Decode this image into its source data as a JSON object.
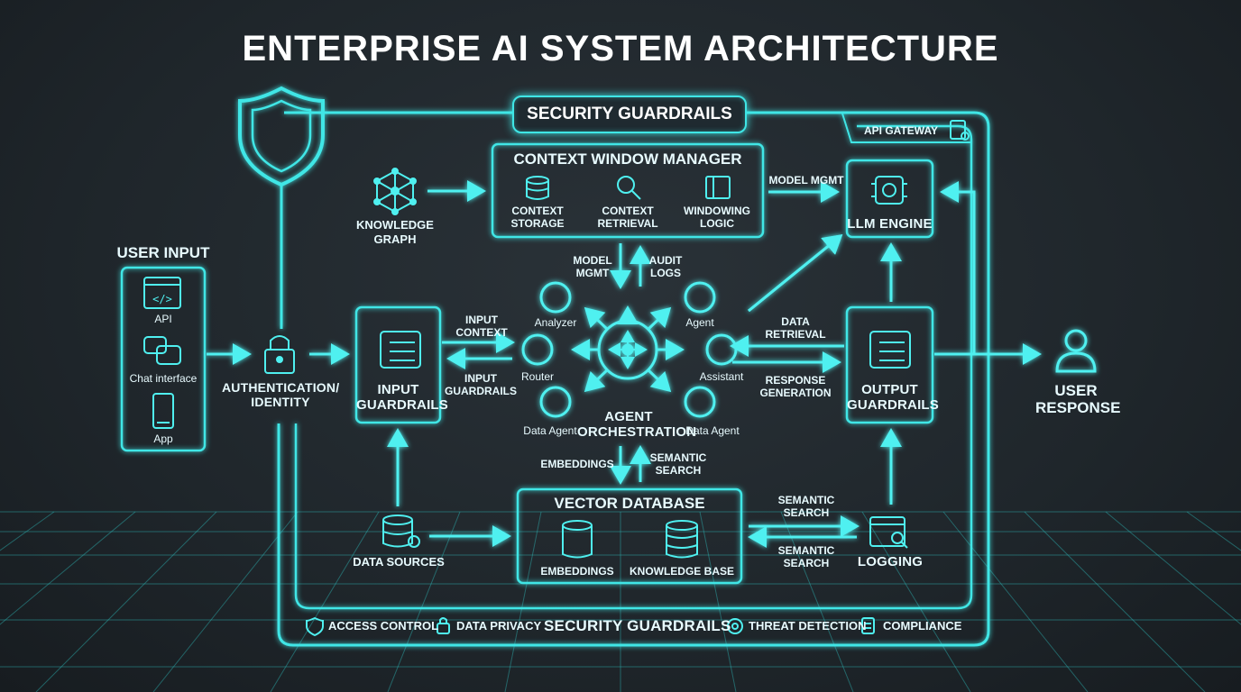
{
  "title": "ENTERPRISE AI SYSTEM ARCHITECTURE",
  "security_header": "SECURITY GUARDRAILS",
  "api_gateway": "API GATEWAY",
  "user_input": {
    "title": "USER INPUT",
    "items": [
      "API",
      "Chat interface",
      "App"
    ]
  },
  "authentication": "AUTHENTICATION/ IDENTITY",
  "input_guardrails": "INPUT GUARDRAILS",
  "knowledge_graph": "KNOWLEDGE GRAPH",
  "context_manager": {
    "title": "CONTEXT WINDOW MANAGER",
    "items": [
      "CONTEXT STORAGE",
      "CONTEXT RETRIEVAL",
      "WINDOWING LOGIC"
    ]
  },
  "model_mgmt_top": "MODEL MGMT",
  "llm_engine": "LLM ENGINE",
  "orchestration": {
    "title": "AGENT ORCHESTRATION",
    "nodes": [
      "Analyzer",
      "Agent",
      "Router",
      "Assistant",
      "Data Agent",
      "Data Agent"
    ]
  },
  "flow_labels": {
    "model_mgmt": "MODEL MGMT",
    "audit_logs": "AUDIT LOGS",
    "input_context": "INPUT CONTEXT",
    "input_guardrails": "INPUT GUARDRAILS",
    "data_retrieval": "DATA RETRIEVAL",
    "response_generation": "RESPONSE GENERATION",
    "embeddings": "EMBEDDINGS",
    "semantic_search": "SEMANTIC SEARCH",
    "semantic_search_out": "SEMANTIC SEARCH",
    "semantic_search_in": "SEMANTIC SEARCH"
  },
  "output_guardrails": "OUTPUT GUARDRAILS",
  "user_response": "USER RESPONSE",
  "data_sources": "DATA SOURCES",
  "vector_db": {
    "title": "VECTOR DATABASE",
    "items": [
      "EMBEDDINGS",
      "KNOWLEDGE BASE"
    ]
  },
  "logging": "LOGGING",
  "footer": {
    "access_control": "ACCESS CONTROL",
    "data_privacy": "DATA PRIVACY",
    "security_guardrails": "SECURITY GUARDRAILS",
    "threat_detection": "THREAT DETECTION",
    "compliance": "COMPLIANCE"
  },
  "colors": {
    "accent": "#3fe6e6",
    "background": "#1f262b"
  }
}
